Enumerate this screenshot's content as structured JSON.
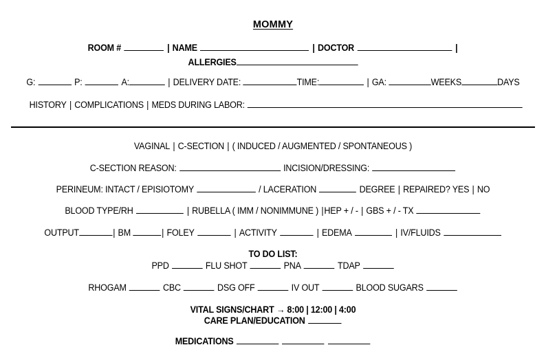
{
  "document": {
    "title": "MOMMY",
    "header": {
      "line1": {
        "room_label": "ROOM #",
        "sep1": "|",
        "name_label": "NAME",
        "sep2": "|",
        "doctor_label": "DOCTOR",
        "sep3": "|"
      },
      "line2": {
        "allergies_label": "ALLERGIES"
      },
      "line3": {
        "g_label": "G:",
        "p_label": "P:",
        "a_label": "A:",
        "sep1": "|",
        "delivery_date_label": "DELIVERY DATE:",
        "time_label": "TIME:",
        "sep2": "|",
        "ga_label": "GA:",
        "weeks_label": "WEEKS",
        "days_label": "DAYS"
      },
      "line4": {
        "history_label": "HISTORY",
        "sep1": "|",
        "complications_label": "COMPLICATIONS",
        "sep2": "|",
        "meds_label": "MEDS DURING LABOR:"
      }
    },
    "delivery": {
      "type_line": {
        "vaginal": "VAGINAL",
        "sep1": "|",
        "csection": "C-SECTION",
        "sep2": "|",
        "options": "( INDUCED / AUGMENTED / SPONTANEOUS )"
      },
      "csection_line": {
        "reason_label": "C-SECTION REASON:",
        "incision_label": "INCISION/DRESSING:"
      },
      "perineum_line": {
        "prefix": "PERINEUM: INTACT / EPISIOTOMY",
        "mid": "/ LACERATION",
        "degree_label": "DEGREE",
        "sep1": "|",
        "repaired_label": "REPAIRED? YES",
        "sep2": "|",
        "no_label": "NO"
      },
      "labs_line": {
        "blood_type_label": "BLOOD TYPE/RH",
        "sep1": "|",
        "rubella_label": "RUBELLA ( IMM / NONIMMUNE )",
        "sep2": "|",
        "hep_label": "HEP + / -",
        "sep3": "|",
        "gbs_label": "GBS + / - TX"
      },
      "output_line": {
        "output_label": "OUTPUT",
        "sep1": "|",
        "bm_label": "BM",
        "sep2": "|",
        "foley_label": "FOLEY",
        "sep3": "|",
        "activity_label": "ACTIVITY",
        "sep4": "|",
        "edema_label": "EDEMA",
        "sep5": "|",
        "iv_fluids_label": "IV/FLUIDS"
      }
    },
    "todo": {
      "heading": "TO DO LIST:",
      "row1": {
        "ppd": "PPD",
        "flu_shot": "FLU SHOT",
        "pna": "PNA",
        "tdap": "TDAP"
      },
      "row2": {
        "rhogam": "RHOGAM",
        "cbc": "CBC",
        "dsg_off": "DSG OFF",
        "iv_out": "IV OUT",
        "blood_sugars": "BLOOD SUGARS"
      }
    },
    "footer": {
      "vitals_label": "VITAL SIGNS/CHART",
      "arrow": "→",
      "vitals_times": "8:00 | 12:00 | 4:00",
      "care_plan_label": "CARE PLAN/EDUCATION",
      "medications_label": "MEDICATIONS"
    }
  }
}
